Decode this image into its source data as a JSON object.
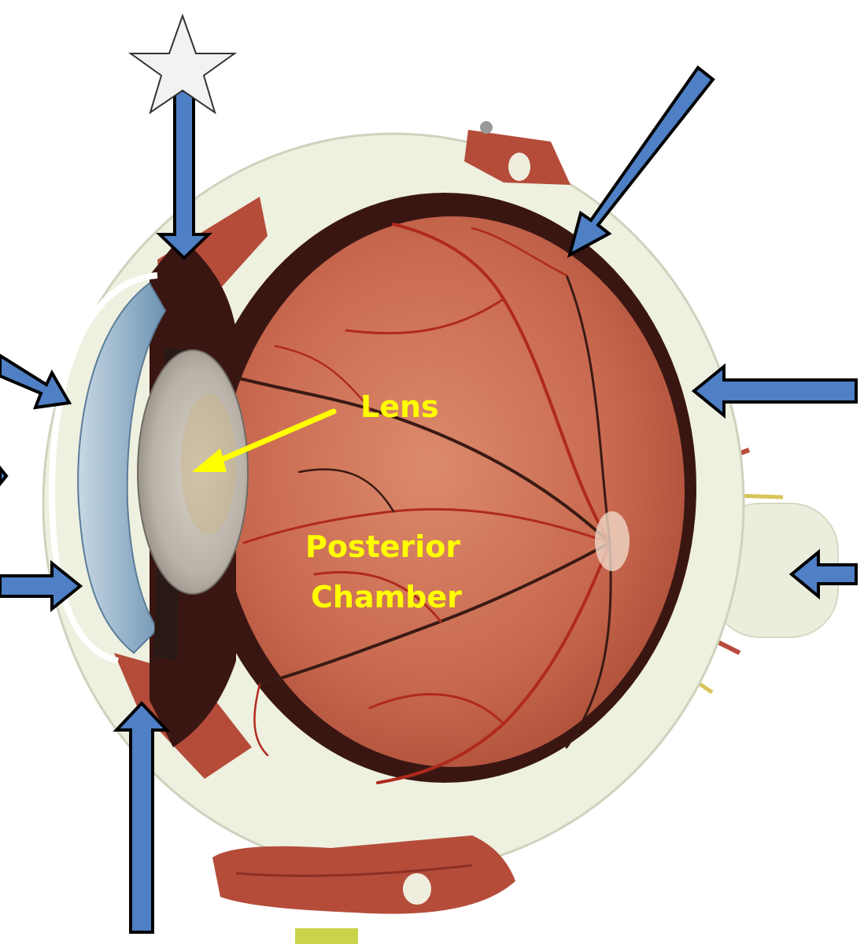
{
  "labels": {
    "lens": "Lens",
    "chamber_line1": "Posterior",
    "chamber_line2": "Chamber"
  },
  "colors": {
    "label_yellow": "#ffff00",
    "arrow_blue": "#4f7fc4",
    "arrow_outline": "#000000",
    "sclera": "#eef0e0",
    "retina": "#c96a50",
    "choroid": "#3a1612",
    "vessel": "#b02a1c",
    "muscle": "#b54c3a",
    "cornea": "#8fb3cf",
    "lens_fill": "#c9c4bd"
  },
  "icons": {
    "marker": "star-icon",
    "pointer": "arrow-icon"
  }
}
